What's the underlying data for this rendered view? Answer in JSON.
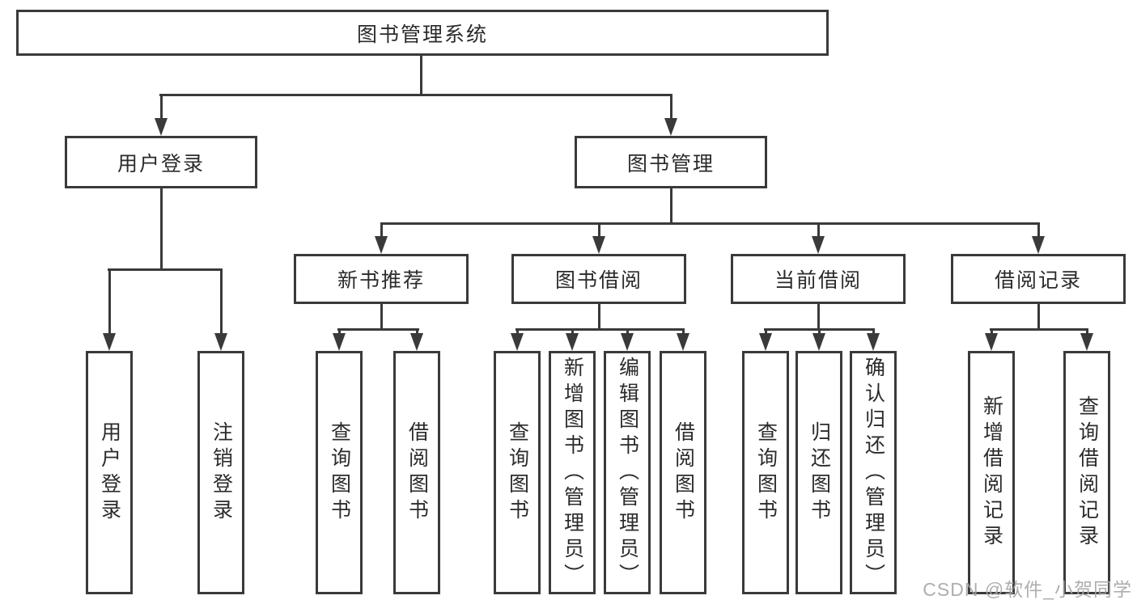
{
  "tree": {
    "label": "图书管理系统",
    "children": [
      {
        "label": "用户登录",
        "children": [
          {
            "label": "用户登录"
          },
          {
            "label": "注销登录"
          }
        ]
      },
      {
        "label": "图书管理",
        "children": [
          {
            "label": "新书推荐",
            "children": [
              {
                "label": "查询图书"
              },
              {
                "label": "借阅图书"
              }
            ]
          },
          {
            "label": "图书借阅",
            "children": [
              {
                "label": "查询图书"
              },
              {
                "label": "新增图书（管理员）"
              },
              {
                "label": "编辑图书（管理员）"
              },
              {
                "label": "借阅图书"
              }
            ]
          },
          {
            "label": "当前借阅",
            "children": [
              {
                "label": "查询图书"
              },
              {
                "label": "归还图书"
              },
              {
                "label": "确认归还（管理员）"
              }
            ]
          },
          {
            "label": "借阅记录",
            "children": [
              {
                "label": "新增借阅记录"
              },
              {
                "label": "查询借阅记录"
              }
            ]
          }
        ]
      }
    ]
  },
  "watermark": {
    "text": "CSDN @软件_小贺同学"
  },
  "colors": {
    "line": "#3a3a3a",
    "text": "#2b2b2b",
    "watermark": "#a6a6a6",
    "background": "#ffffff"
  }
}
